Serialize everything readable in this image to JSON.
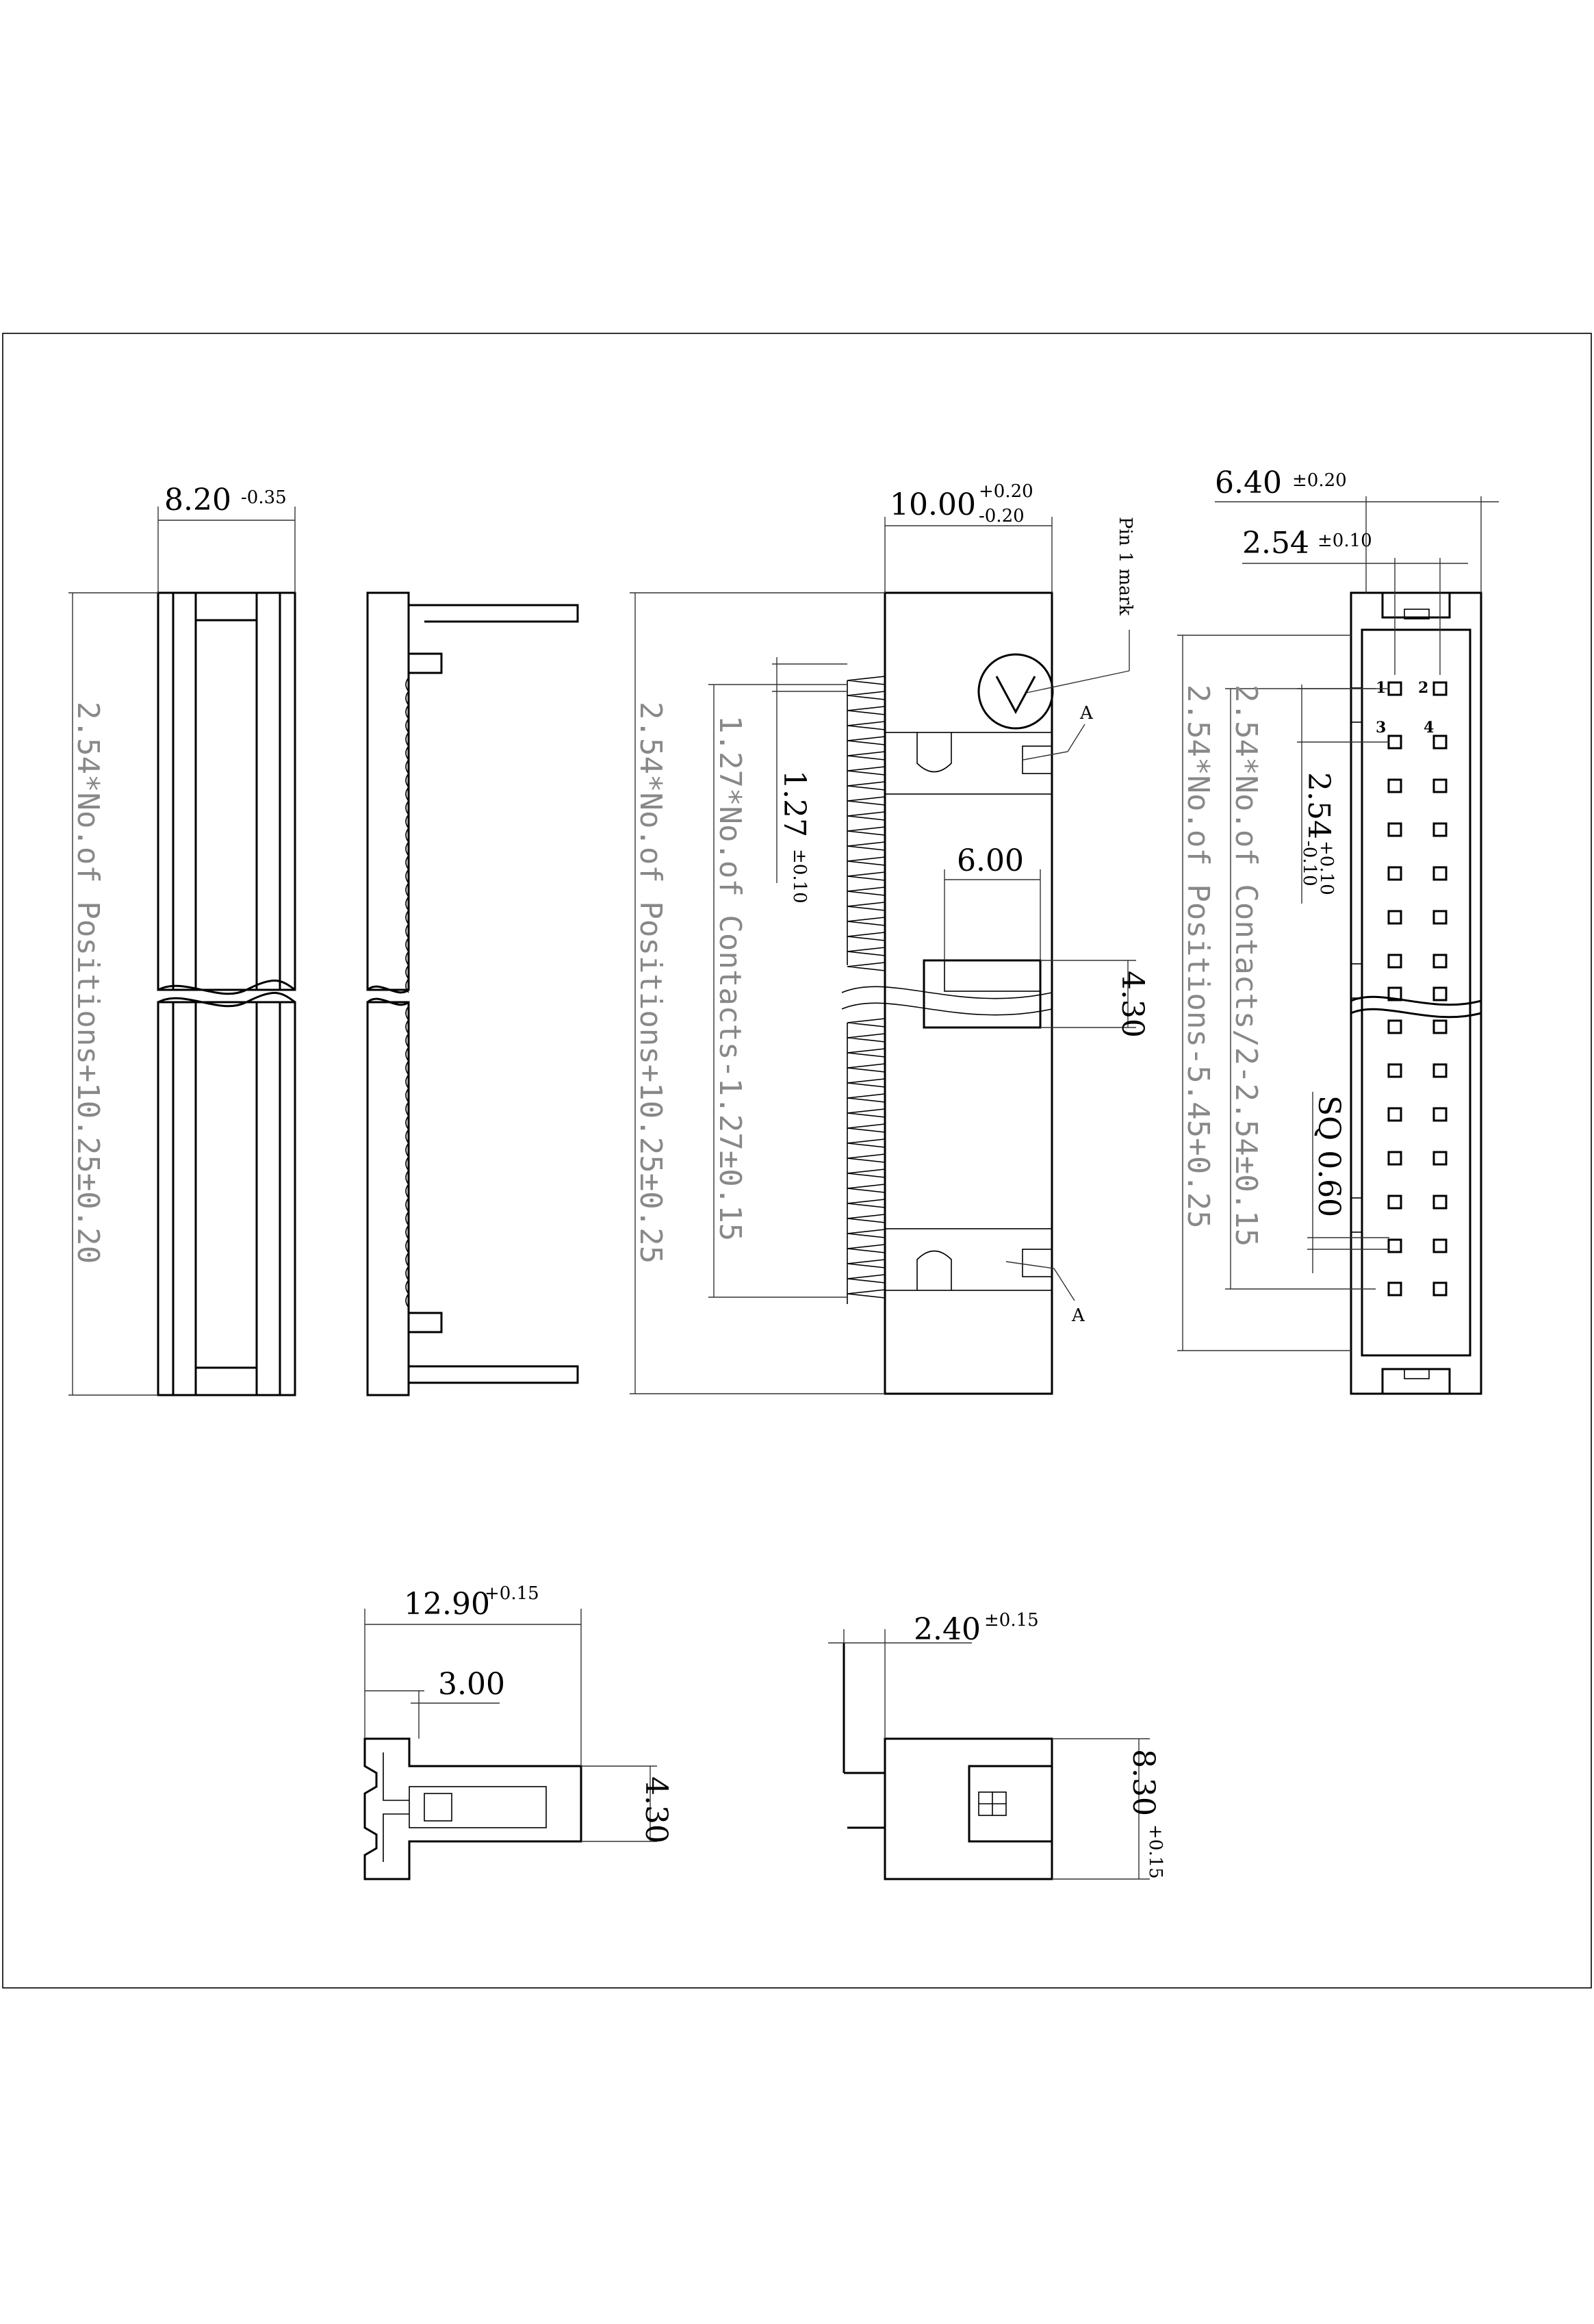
{
  "front_view": {
    "width_dim": "8.20",
    "width_tol": "-0.35",
    "height_note": "2.54*No.of Positions+10.25±0.20"
  },
  "side_view": {
    "width_dim": "10.00",
    "width_tol_upper": "+0.20",
    "width_tol_lower": "-0.20",
    "pin1_label": "Pin 1 mark",
    "section_label": "A",
    "pitch_dim": "1.27",
    "pitch_tol": "±0.10",
    "slot_width": "6.00",
    "slot_height": "4.30",
    "height_note": "2.54*No.of Positions+10.25±0.25",
    "contacts_note": "1.27*No.of Contacts-1.27±0.15"
  },
  "top_view": {
    "width_dim": "6.40",
    "width_tol": "±0.20",
    "pitch_dim": "2.54",
    "pitch_tol": "±0.10",
    "row_pitch_dim": "2.54",
    "row_pitch_tol_upper": "+0.10",
    "row_pitch_tol_lower": "-0.10",
    "pin_labels": [
      "1",
      "2",
      "3",
      "4"
    ],
    "pin_size": "SQ 0.60",
    "height_note": "2.54*No.of Positions-5.45+0.25",
    "contacts_note": "2.54*No.of Contacts/2-2.54±0.15"
  },
  "section_view": {
    "length_dim": "12.90",
    "length_tol": "+0.15",
    "offset_dim": "3.00",
    "height_dim": "4.30"
  },
  "end_view": {
    "pin_dim": "2.40",
    "pin_tol": "±0.15",
    "height_dim": "8.30",
    "height_tol": "+0.15"
  }
}
